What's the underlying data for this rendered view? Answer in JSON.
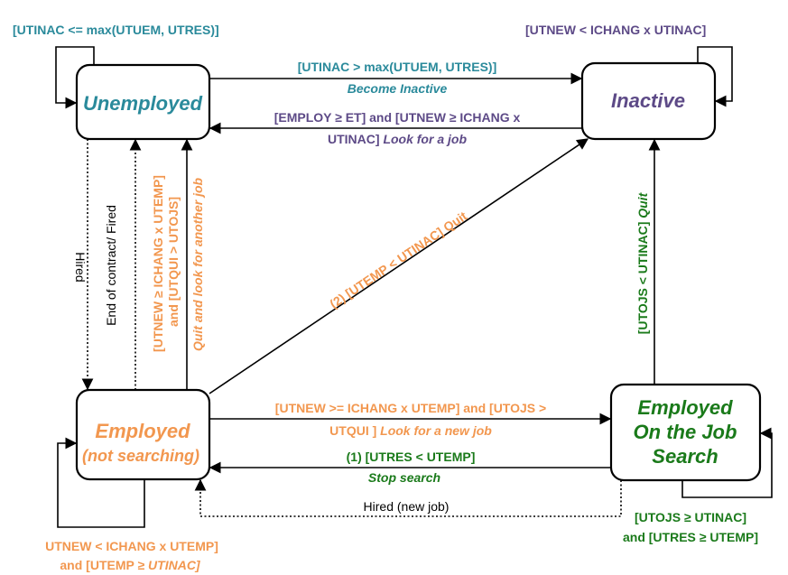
{
  "states": {
    "unemployed": "Unemployed",
    "inactive": "Inactive",
    "employed_line1": "Employed",
    "employed_line2": "(not searching)",
    "ojs_line1": "Employed",
    "ojs_line2": "On the Job",
    "ojs_line3": "Search"
  },
  "labels": {
    "unemployed_self": "[UTINAC <= max(UTUEM, UTRES)]",
    "inactive_self": "[UTNEW < ICHANG x UTINAC]",
    "u_to_i_cond": "[UTINAC > max(UTUEM, UTRES)]",
    "u_to_i_action": "Become Inactive",
    "i_to_u_line1": "[EMPLOY ≥ ET] and [UTNEW ≥ ICHANG x",
    "i_to_u_line2_cond": "UTINAC]",
    "i_to_u_line2_action": "Look for a job",
    "hired": "Hired",
    "end_contract": "End of contract/ Fired",
    "emp_to_u_line1": "[UTNEW ≥ ICHANG x UTEMP]",
    "emp_to_u_line2": "and  [UTQUI > UTOJS]",
    "emp_to_u_line3": "Quit and look for another job",
    "emp_to_i": "(2) [UTEMP < UTINAC] Quit",
    "ojs_to_i_cond": "[UTOJS < UTINAC]",
    "ojs_to_i_action": "Quit",
    "e_to_ojs_line1": "[UTNEW >= ICHANG x UTEMP] and [UTOJS >",
    "e_to_ojs_line2_cond": "UTQUI ]",
    "e_to_ojs_line2_action": "Look for a new job",
    "ojs_to_e_cond": "(1) [UTRES < UTEMP]",
    "ojs_to_e_action": "Stop search",
    "hired_new": "Hired (new job)",
    "ojs_self_line1": "[UTOJS ≥ UTINAC]",
    "ojs_self_line2": "and [UTRES ≥ UTEMP]",
    "emp_self_line1": "UTNEW < ICHANG x UTEMP]",
    "emp_self_line2a": "and [UTEMP ≥",
    "emp_self_line2b": "UTINAC]"
  }
}
